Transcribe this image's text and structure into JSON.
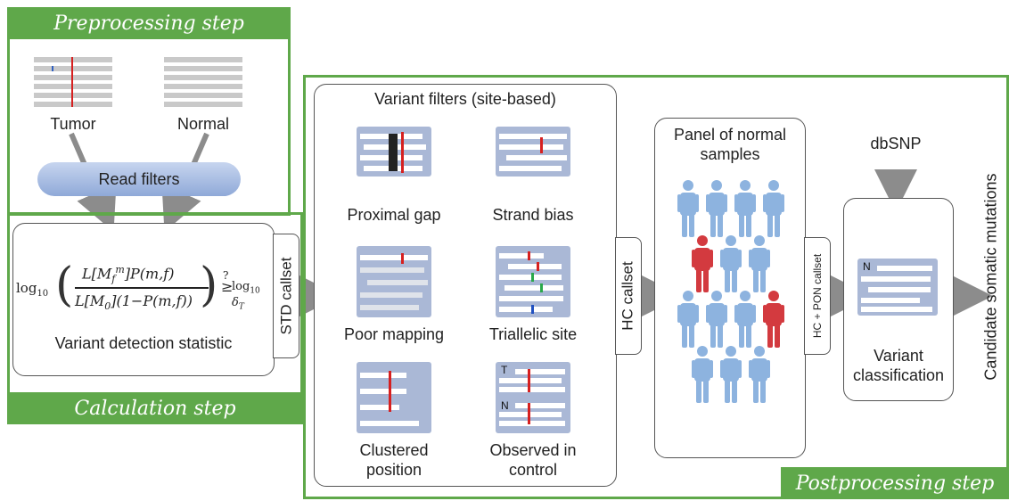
{
  "steps": {
    "preprocessing": "Preprocessing step",
    "calculation": "Calculation step",
    "postprocessing": "Postprocessing step"
  },
  "pre": {
    "tumor": "Tumor",
    "normal": "Normal",
    "read_filters": "Read filters"
  },
  "calc": {
    "formula_log": "log",
    "formula_sub": "10",
    "formula_num": "L[M",
    "formula_num_rest": "]P(m,f)",
    "formula_den": "L[M",
    "formula_den_rest": "](1−P(m,f))",
    "formula_cmp": "≥",
    "formula_q": "?",
    "formula_delta": "δ",
    "formula_T": "T",
    "sup_m": "m",
    "sub_f": "f",
    "sub_0": "0",
    "statistic": "Variant detection statistic",
    "std_callset": "STD callset"
  },
  "filters": {
    "title": "Variant filters (site-based)",
    "items": [
      "Proximal gap",
      "Strand bias",
      "Poor mapping",
      "Triallelic site",
      "Clustered position",
      "Observed in control"
    ],
    "observed_T": "T",
    "observed_N": "N"
  },
  "hc_callset": "HC callset",
  "pon": {
    "title": "Panel of normal samples"
  },
  "hc_pon_callset": "HC + PON callset",
  "dbsnp": "dbSNP",
  "classification": {
    "label": "Variant classification",
    "N": "N"
  },
  "candidate": "Candidate somatic mutations",
  "colors": {
    "green": "#5fa84a",
    "blue_person": "#8db3df",
    "red_person": "#d33a3f",
    "arrow": "#8c8c8c"
  }
}
